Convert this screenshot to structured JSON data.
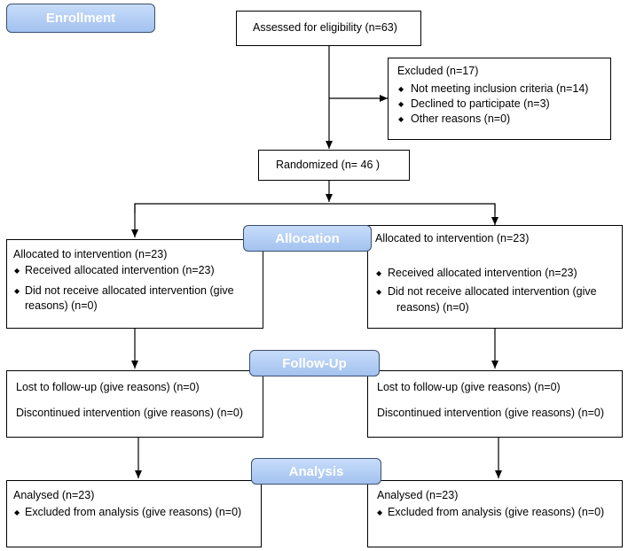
{
  "stages": {
    "enrollment": "Enrollment",
    "allocation": "Allocation",
    "follow_up": "Follow-Up",
    "analysis": "Analysis"
  },
  "assessed": "Assessed for eligibility (n=63)",
  "excluded": {
    "title": "Excluded  (n=17)",
    "items": [
      "Not meeting inclusion criteria (n=14)",
      "Declined to participate (n=3)",
      "Other reasons (n=0)"
    ]
  },
  "randomized": "Randomized (n= 46 )",
  "allocation": {
    "left": {
      "title": "Allocated to intervention (n=23)",
      "received": "Received allocated intervention (n=23)",
      "not_received_1": "Did not receive allocated intervention (give",
      "not_received_2": "reasons) (n=0)"
    },
    "right": {
      "title": "Allocated to intervention (n=23)",
      "received": "Received allocated intervention (n=23)",
      "not_received_1": "Did not receive allocated intervention (give",
      "not_received_2": "reasons) (n=0)"
    }
  },
  "follow_up": {
    "left": {
      "lost": "Lost to follow-up (give reasons) (n=0)",
      "discontinued": "Discontinued intervention (give reasons) (n=0)"
    },
    "right": {
      "lost": "Lost to follow-up (give reasons) (n=0)",
      "discontinued": "Discontinued intervention (give reasons) (n=0)"
    }
  },
  "analysis": {
    "left": {
      "title": "Analysed  (n=23)",
      "excluded": "Excluded from analysis (give reasons) (n=0)"
    },
    "right": {
      "title": "Analysed  (n=23)",
      "excluded": "Excluded from analysis (give reasons) (n=0)"
    }
  },
  "bullet_glyph": "◆",
  "line_color": "#000000",
  "label_color": "#a3c2ef"
}
